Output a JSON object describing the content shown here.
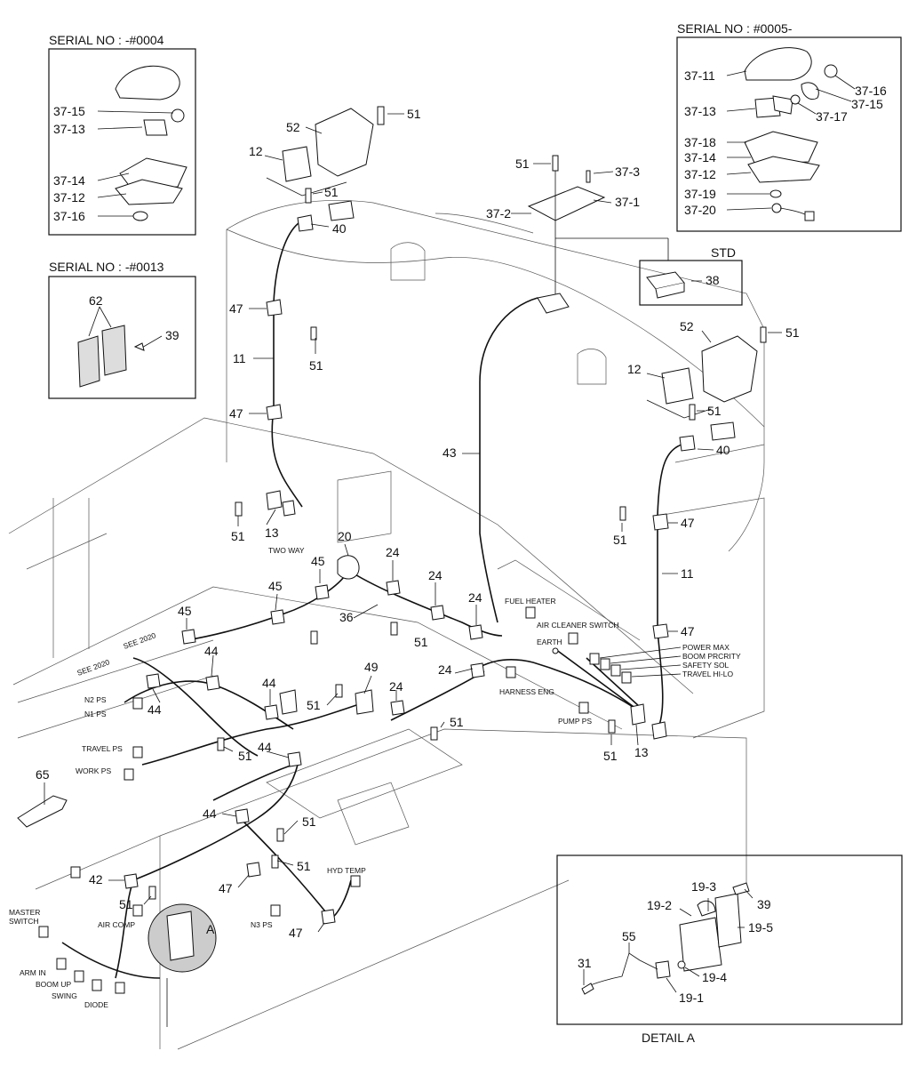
{
  "headers": {
    "serial_0004": "SERIAL NO : -#0004",
    "serial_0013": "SERIAL NO : -#0013",
    "serial_0005": "SERIAL NO : #0005-",
    "std": "STD",
    "detail_a": "DETAIL A"
  },
  "box_0004": [
    "37-15",
    "37-13",
    "37-14",
    "37-12",
    "37-16"
  ],
  "box_0013": [
    "62",
    "39"
  ],
  "box_0005": [
    "37-11",
    "37-16",
    "37-15",
    "37-13",
    "37-17",
    "37-18",
    "37-14",
    "37-12",
    "37-19",
    "37-20"
  ],
  "box_std": [
    "38"
  ],
  "mounts": [
    "37-2",
    "37-1",
    "37-3",
    "51"
  ],
  "detail_labels": [
    "19-3",
    "39",
    "19-2",
    "19-5",
    "55",
    "31",
    "19-4",
    "19-1",
    "A"
  ],
  "parts": [
    "52",
    "51",
    "12",
    "51",
    "40",
    "47",
    "51",
    "11",
    "47",
    "43",
    "52",
    "51",
    "12",
    "51",
    "40",
    "51",
    "47",
    "11",
    "47",
    "51",
    "13",
    "20",
    "45",
    "45",
    "24",
    "24",
    "24",
    "36",
    "51",
    "45",
    "44",
    "44",
    "49",
    "24",
    "51",
    "24",
    "51",
    "51",
    "13",
    "44",
    "51",
    "44",
    "65",
    "44",
    "51",
    "51",
    "42",
    "51",
    "47",
    "47"
  ],
  "notes": {
    "two_way": "TWO WAY",
    "see_2020_a": "SEE 2020",
    "see_2020_b": "SEE 2020",
    "n2_ps": "N2 PS",
    "n1_ps": "N1 PS",
    "travel_ps": "TRAVEL PS",
    "work_ps": "WORK PS",
    "fuel_heater": "FUEL HEATER",
    "air_cleaner_switch": "AIR CLEANER SWITCH",
    "earth": "EARTH",
    "power_max": "POWER MAX",
    "boom_priority": "BOOM PRCRITY",
    "safety_sol": "SAFETY SOL",
    "travel_hilo": "TRAVEL HI-LO",
    "harness_eng": "HARNESS ENG",
    "pump_ps": "PUMP PS",
    "hyd_temp": "HYD TEMP",
    "n3_ps": "N3 PS",
    "master_switch_1": "MASTER",
    "master_switch_2": "SWITCH",
    "air_comp": "AIR COMP",
    "arm_in": "ARM IN",
    "boom_up": "BOOM UP",
    "swing": "SWING",
    "diode": "DIODE"
  }
}
